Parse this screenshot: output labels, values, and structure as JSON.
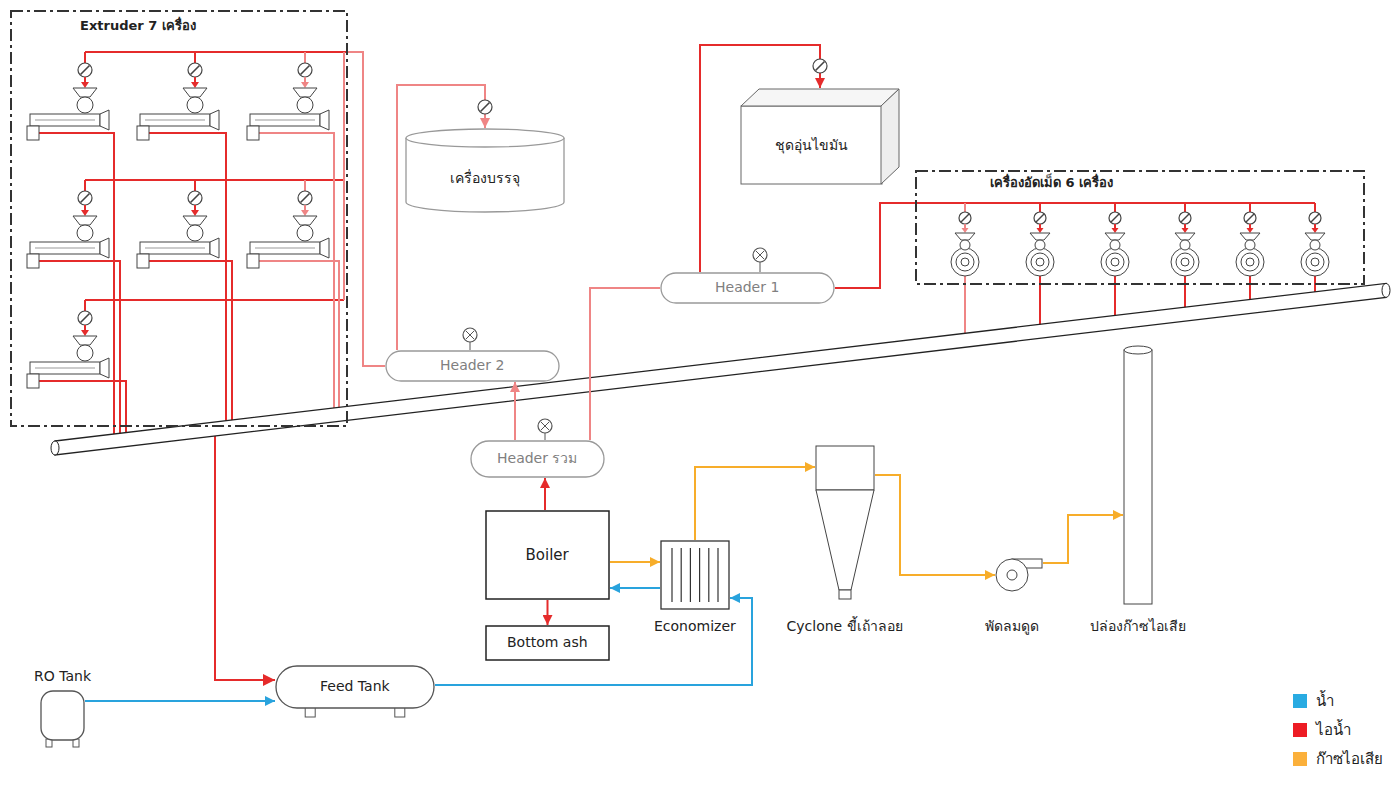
{
  "diagram": {
    "nodes": [
      {
        "text": [
          "Extruder 7 เครื่อง"
        ]
      },
      {
        "text": [
          "เครื่องบรรจุ"
        ]
      },
      {
        "text": [
          "ชุดอุ่นไขมัน"
        ]
      },
      {
        "text": [
          "เครื่องอัดเม็ด 6 เครื่อง"
        ]
      },
      {
        "text": [
          "Header 1"
        ]
      },
      {
        "text": [
          "Header 2"
        ]
      },
      {
        "text": [
          "Header รวม"
        ]
      },
      {
        "text": [
          "Boiler"
        ]
      },
      {
        "text": [
          "Bottom ash"
        ]
      },
      {
        "text": [
          "Economizer"
        ]
      },
      {
        "text": [
          "Cyclone ขี้เถ้าลอย"
        ]
      },
      {
        "text": [
          "พัดลมดูด"
        ]
      },
      {
        "text": [
          "ปล่องก๊าซไอเสีย"
        ]
      },
      {
        "text": [
          "RO Tank"
        ]
      },
      {
        "text": [
          "Feed Tank"
        ]
      }
    ],
    "edges": [
      {
        "from": 6,
        "to": 5,
        "arrow": "to"
      },
      {
        "from": 6,
        "to": 4,
        "arrow": "none"
      },
      {
        "from": 5,
        "to": 0,
        "arrow": "none"
      },
      {
        "from": 5,
        "to": 1,
        "arrow": "to"
      },
      {
        "from": 4,
        "to": 2,
        "arrow": "to"
      },
      {
        "from": 4,
        "to": 3,
        "arrow": "none"
      },
      {
        "from": 7,
        "to": 6,
        "arrow": "to"
      },
      {
        "from": 7,
        "to": 8,
        "arrow": "to"
      },
      {
        "from": 7,
        "to": 9,
        "arrow": "to"
      },
      {
        "from": 9,
        "to": 7,
        "arrow": "to"
      },
      {
        "from": 9,
        "to": 10,
        "arrow": "to"
      },
      {
        "from": 10,
        "to": 11,
        "arrow": "to"
      },
      {
        "from": 11,
        "to": 12,
        "arrow": "to"
      },
      {
        "from": 13,
        "to": 14,
        "arrow": "to"
      },
      {
        "from": 14,
        "to": 9,
        "arrow": "to"
      }
    ],
    "legend": [
      {
        "text": "น้ำ",
        "color": "#29abe2"
      },
      {
        "text": "ไอน้ำ",
        "color": "#ed1c24"
      },
      {
        "text": "ก๊าซไอเสีย",
        "color": "#fbb03b"
      }
    ]
  }
}
